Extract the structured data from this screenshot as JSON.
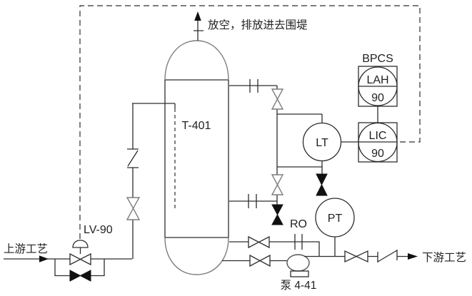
{
  "page": {
    "background": "#ffffff",
    "line_color": "#2d2d2d",
    "gray_line_color": "#7d7d7d",
    "text_color": "#1f1f1f"
  },
  "labels": {
    "vent": "放空，排放进去围堤",
    "upstream": "上游工艺",
    "downstream": "下游工艺",
    "bpcs": "BPCS",
    "column_tag": "T-401",
    "control_valve_tag": "LV-90",
    "pump_tag": "泵 4-41",
    "orifice_tag": "RO"
  },
  "instruments": {
    "lah": {
      "tag": "LAH",
      "loop": "90"
    },
    "lic": {
      "tag": "LIC",
      "loop": "90"
    },
    "lt": {
      "tag": "LT"
    },
    "pt": {
      "tag": "PT"
    }
  }
}
